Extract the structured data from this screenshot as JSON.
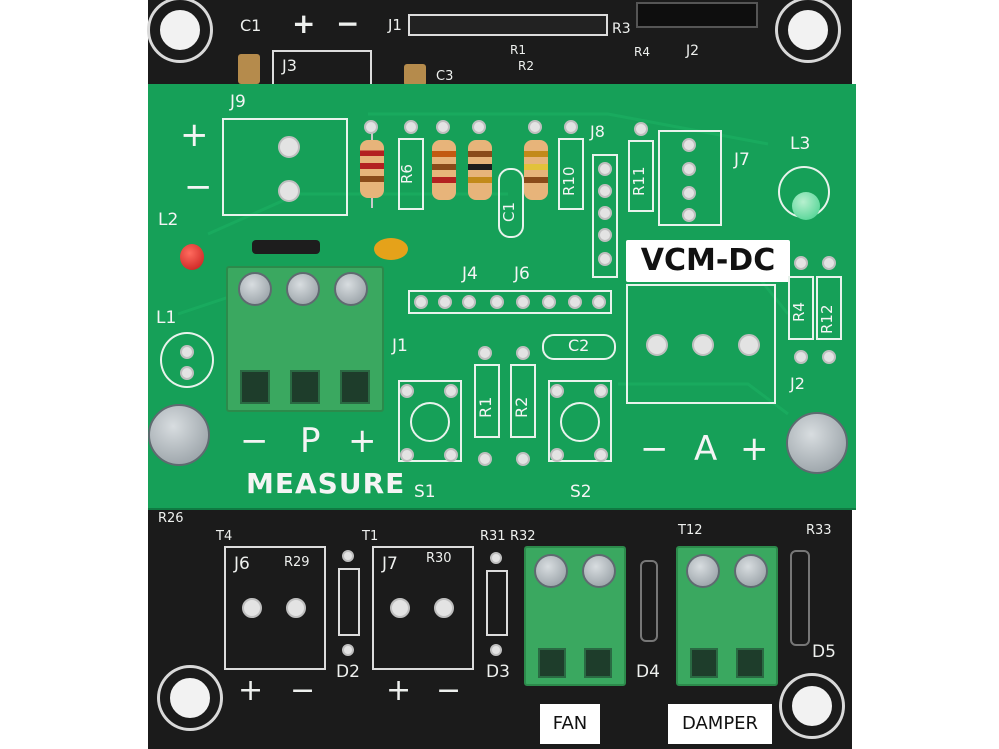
{
  "colors": {
    "lower_board": "#1b1b1b",
    "upper_board": "#16a058",
    "terminal_green": "#3aa860",
    "silkscreen": "#f4f4f4",
    "label_background": "#ffffff"
  },
  "upper_board": {
    "title_label": "VCM-DC",
    "silkscreen": {
      "j9": "J9",
      "plus_left": "+",
      "minus_left": "−",
      "l2": "L2",
      "l1": "L1",
      "l3": "L3",
      "r6": "R6",
      "c1": "C1",
      "r10": "R10",
      "j8": "J8",
      "r11": "R11",
      "j7": "J7",
      "j4": "J4",
      "j6": "J6",
      "j1": "J1",
      "r1": "R1",
      "r2": "R2",
      "c2": "C2",
      "r4": "R4",
      "r12": "R12",
      "j2": "J2",
      "s1": "S1",
      "s2": "S2",
      "minus_p": "−",
      "p": "P",
      "plus_p": "+",
      "minus_a": "−",
      "a": "A",
      "plus_a": "+",
      "measure": "MEASURE"
    }
  },
  "lower_board": {
    "silkscreen": {
      "c1": "C1",
      "plus_top": "+",
      "minus_top": "−",
      "j1": "J1",
      "r3": "R3",
      "r1": "R1",
      "r2": "R2",
      "r4": "R4",
      "j2": "J2",
      "j3": "J3",
      "c3": "C3",
      "r26": "R26",
      "t4": "T4",
      "t1": "T1",
      "r31": "R31",
      "r32": "R32",
      "t12": "T12",
      "r33": "R33",
      "j6": "J6",
      "r29": "R29",
      "j7": "J7",
      "r30": "R30",
      "d2": "D2",
      "d3": "D3",
      "d4": "D4",
      "d5": "D5",
      "plus_j6": "+",
      "minus_j6": "−",
      "plus_j7": "+",
      "minus_j7": "−"
    },
    "fan_label": "FAN",
    "damper_label": "DAMPER"
  }
}
